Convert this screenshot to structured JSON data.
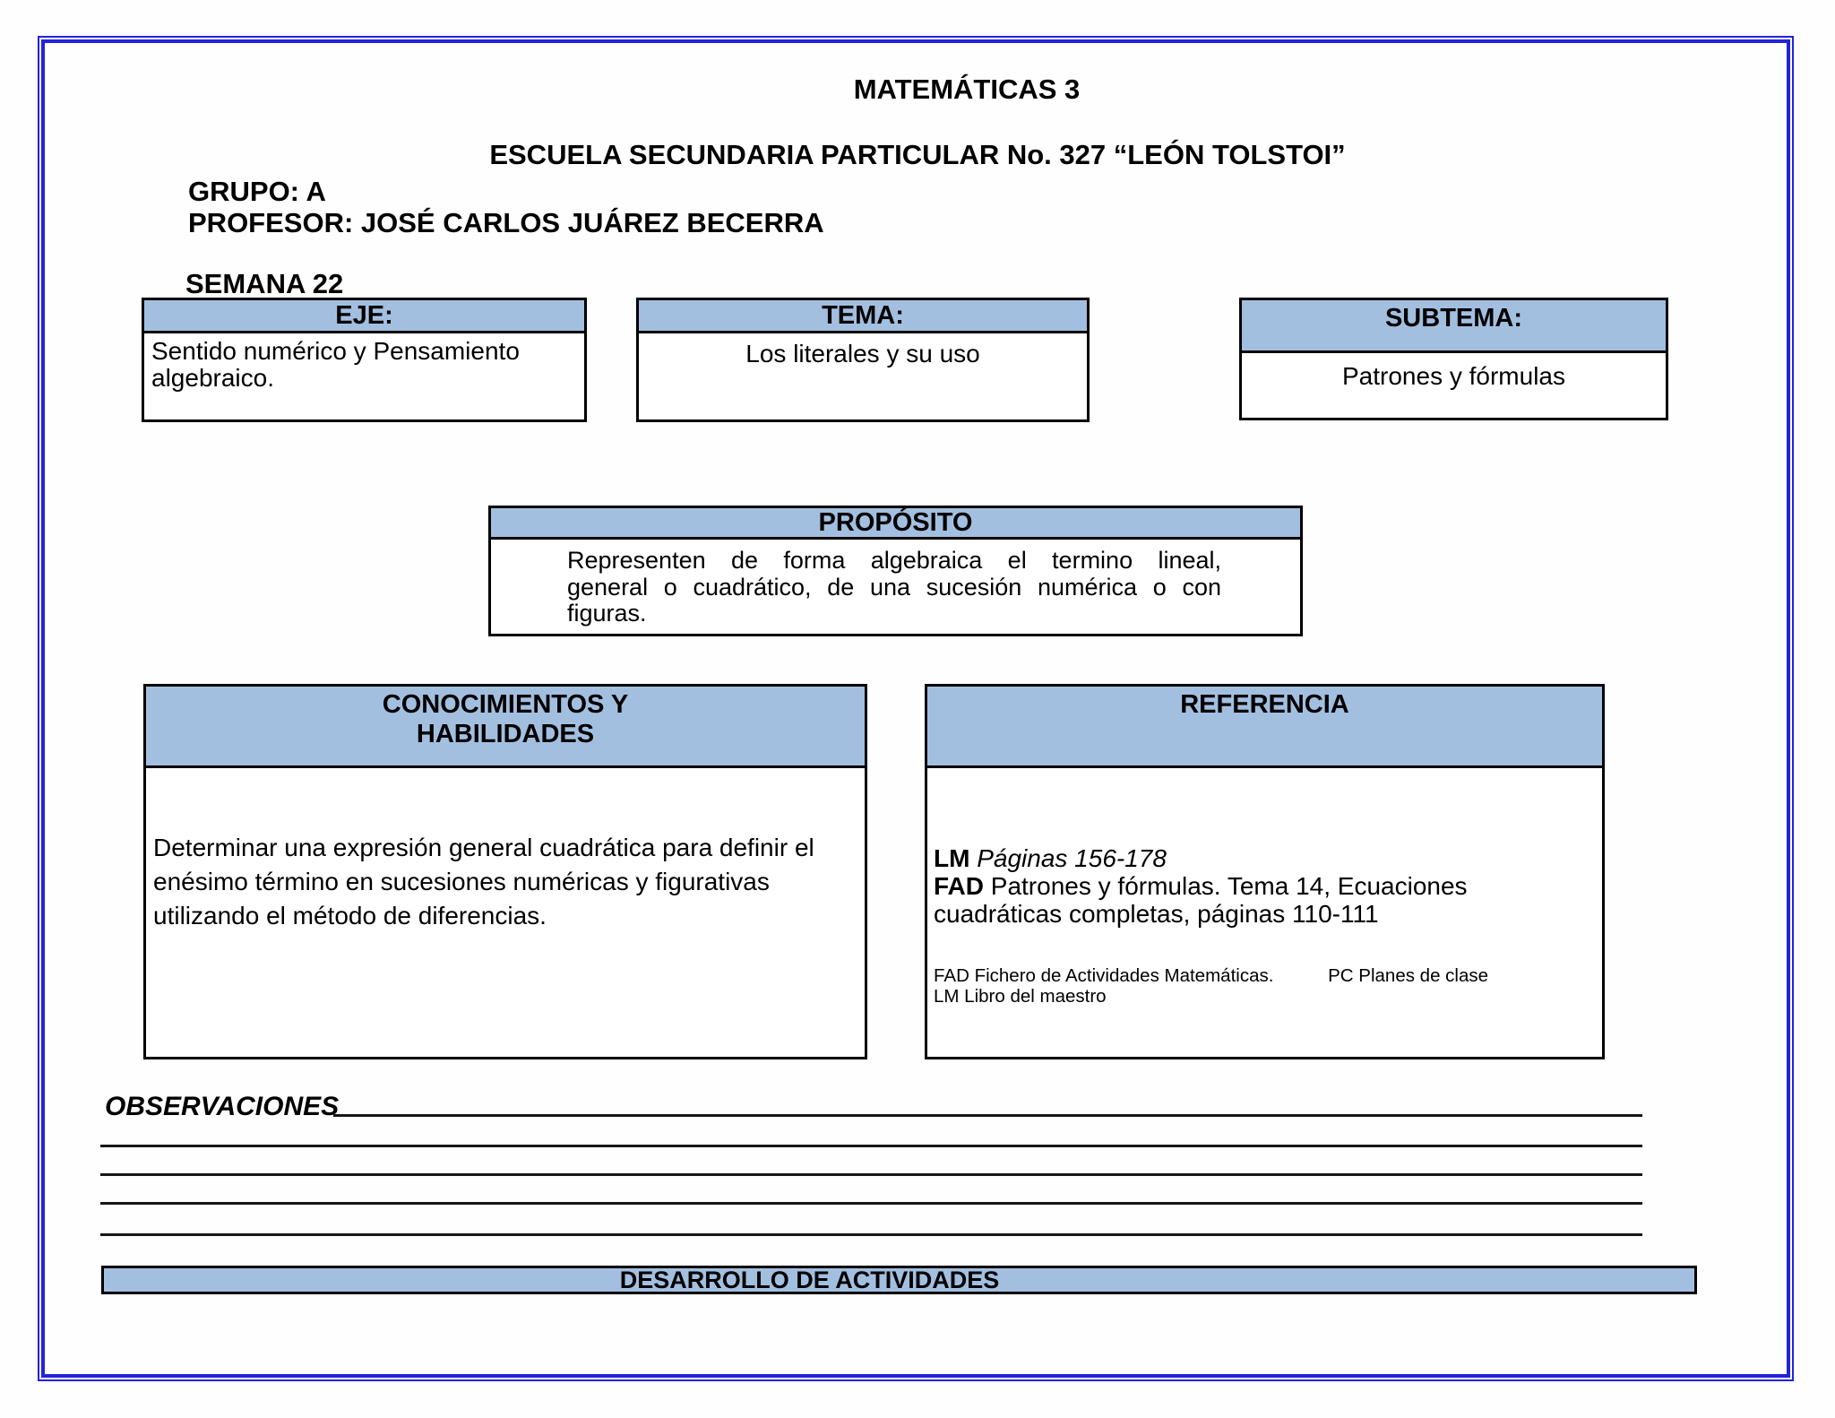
{
  "page": {
    "title": "MATEMÁTICAS 3",
    "school": "ESCUELA SECUNDARIA PARTICULAR No. 327 “LEÓN TOLSTOI”",
    "group_label": "GRUPO: A",
    "professor_label": "PROFESOR: JOSÉ CARLOS JUÁREZ BECERRA",
    "week_label": "SEMANA 22"
  },
  "boxes": {
    "eje": {
      "header": "EJE:",
      "body": "Sentido numérico y Pensamiento algebraico."
    },
    "tema": {
      "header": "TEMA:",
      "body": "Los literales y su uso"
    },
    "subtema": {
      "header": "SUBTEMA:",
      "body": "Patrones y fórmulas"
    },
    "proposito": {
      "header": "PROPÓSITO",
      "body": "Representen de forma algebraica el termino lineal, general o cuadrático, de una sucesión numérica o con figuras."
    },
    "conocimientos": {
      "header_line1": "CONOCIMIENTOS Y",
      "header_line2": "HABILIDADES",
      "body": "Determinar una expresión general cuadrática para definir el enésimo término en sucesiones numéricas y figurativas utilizando el método de diferencias."
    },
    "referencia": {
      "header": "REFERENCIA",
      "lm_abbr": "LM",
      "lm_text": "Páginas 156-178",
      "fad_abbr": "FAD",
      "fad_text": "Patrones y fórmulas. Tema 14, Ecuaciones cuadráticas completas, páginas 110-111",
      "note_fad": "FAD Fichero de Actividades Matemáticas.",
      "note_pc": "PC Planes de clase",
      "note_lm": "LM Libro del maestro"
    }
  },
  "observaciones": {
    "label": "OBSERVACIONES"
  },
  "banner": {
    "label": "DESARROLLO DE ACTIVIDADES"
  },
  "colors": {
    "header_fill": "#A3BFE0",
    "page_border": "#2222DD",
    "box_border": "#000000"
  }
}
